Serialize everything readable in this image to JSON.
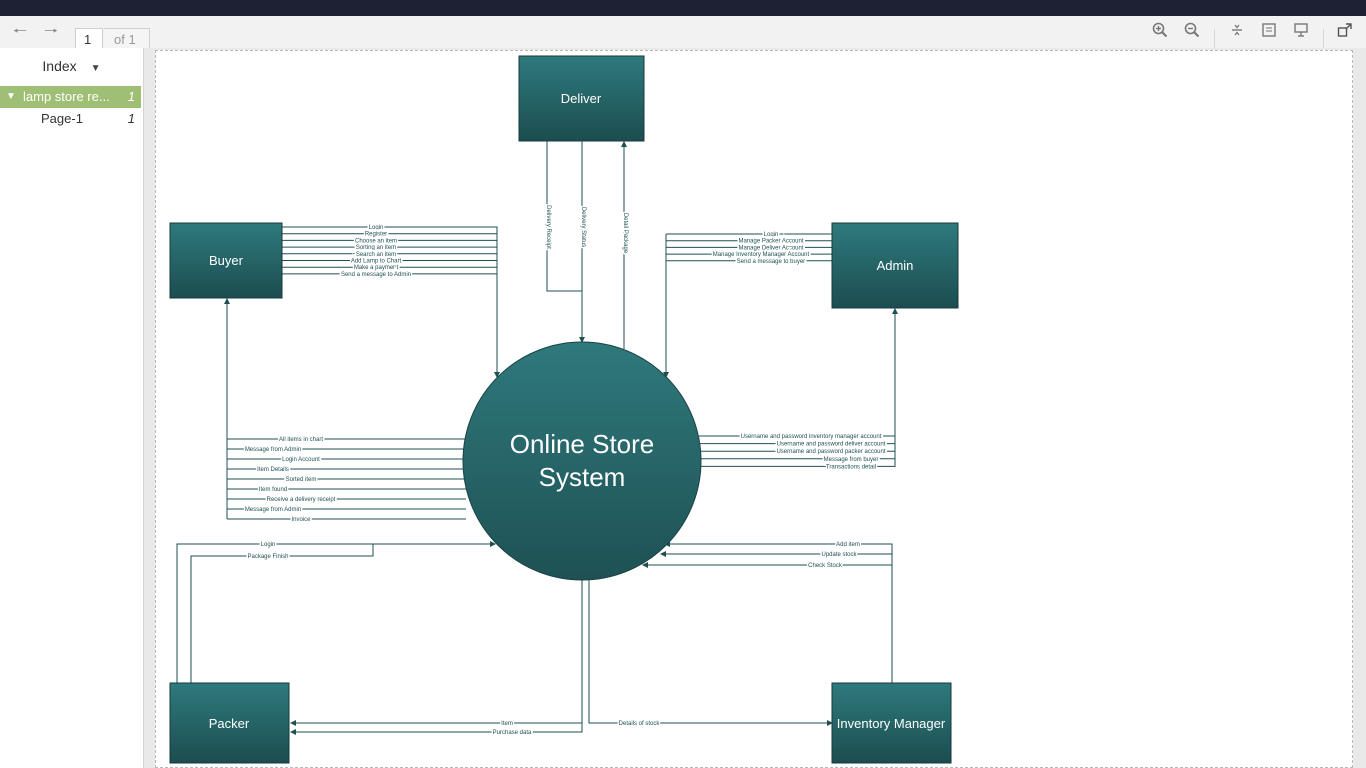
{
  "toolbar": {
    "prev_icon": "arrow-left-icon",
    "next_icon": "arrow-right-icon",
    "page_current": "1",
    "page_total": "of 1",
    "zoom_in_icon": "zoom-in-icon",
    "zoom_out_icon": "zoom-out-icon"
  },
  "sidebar": {
    "index_label": "Index",
    "document_label": "lamp store re...",
    "document_count": "1",
    "page_label": "Page-1",
    "page_count": "1"
  },
  "diagram": {
    "center": {
      "line1": "Online Store",
      "line2": "System"
    },
    "entities": {
      "deliver": "Deliver",
      "buyer": "Buyer",
      "admin": "Admin",
      "packer": "Packer",
      "inventory": "Inventory Manager"
    },
    "buyer_out": [
      "Login",
      "Register",
      "Choose an item",
      "Sorting an item",
      "Search an item",
      "Add Lamp to Chart",
      "Make a payment",
      "Send a message to Admin"
    ],
    "buyer_in": [
      "All items in chart",
      "Message from Admin",
      "Login Account",
      "Item Details",
      "Sorted item",
      "Item found",
      "Receive a delivery receipt",
      "Message from Admin",
      "Invoice"
    ],
    "deliver_flows": [
      "Delivery Receipt",
      "Delivery Status",
      "Detail Package"
    ],
    "admin_out": [
      "Login",
      "Manage Packer Account",
      "Manage Deliver Account",
      "Manage Inventory Manager Account",
      "Send a message to buyer"
    ],
    "admin_in": [
      "Username and password inventory manager account",
      "Username and password deliver account",
      "Username and password packer account",
      "Message from buyer",
      "Transactions detail"
    ],
    "packer_out": [
      "Login",
      "Package Finish"
    ],
    "packer_in": [
      "Item",
      "Purchase data"
    ],
    "inventory_out": [
      "Add item",
      "Update stock",
      "Check Stock"
    ],
    "inventory_in": [
      "Details of stock"
    ]
  },
  "colors": {
    "entity": "#2b6b6e",
    "line": "#1f4f52",
    "selected": "#9fbf74"
  }
}
